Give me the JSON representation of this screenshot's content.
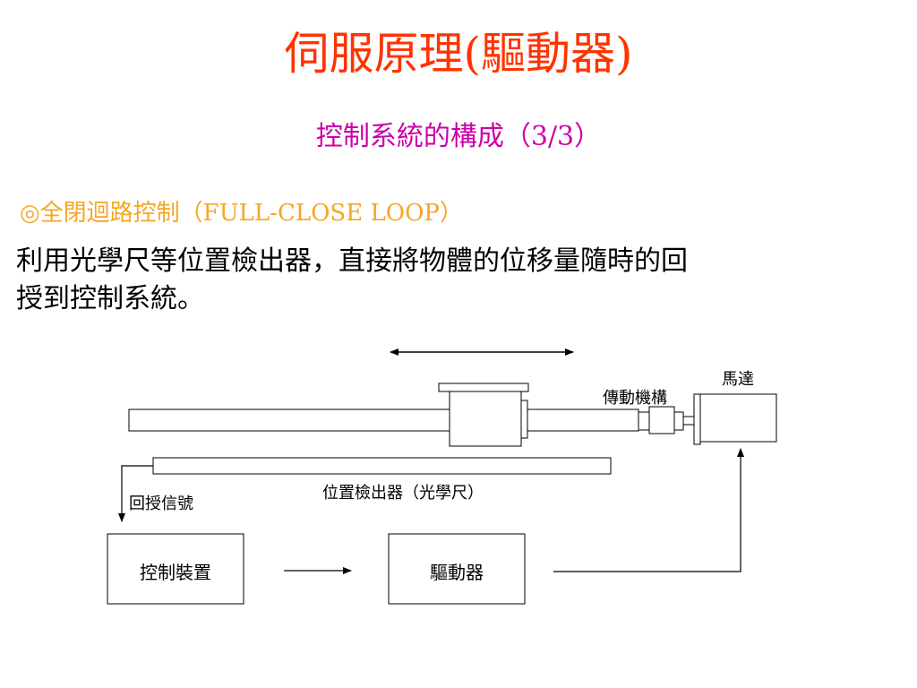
{
  "slide": {
    "title": "伺服原理(驅動器)",
    "subtitle": "控制系統的構成（3/3）",
    "heading": "◎全閉迴路控制（FULL-CLOSE  LOOP）",
    "body_line1": "利用光學尺等位置檢出器，直接將物體的位移量隨時的回",
    "body_line2": "授到控制系統。"
  },
  "diagram": {
    "label_motor": "馬達",
    "label_transmission": "傳動機構",
    "label_feedback": "回授信號",
    "label_scale": "位置檢出器（光學尺）",
    "box_controller": "控制裝置",
    "box_driver": "驅動器"
  },
  "colors": {
    "title": "#ff3300",
    "subtitle": "#cc00aa",
    "heading": "#f5a623"
  }
}
